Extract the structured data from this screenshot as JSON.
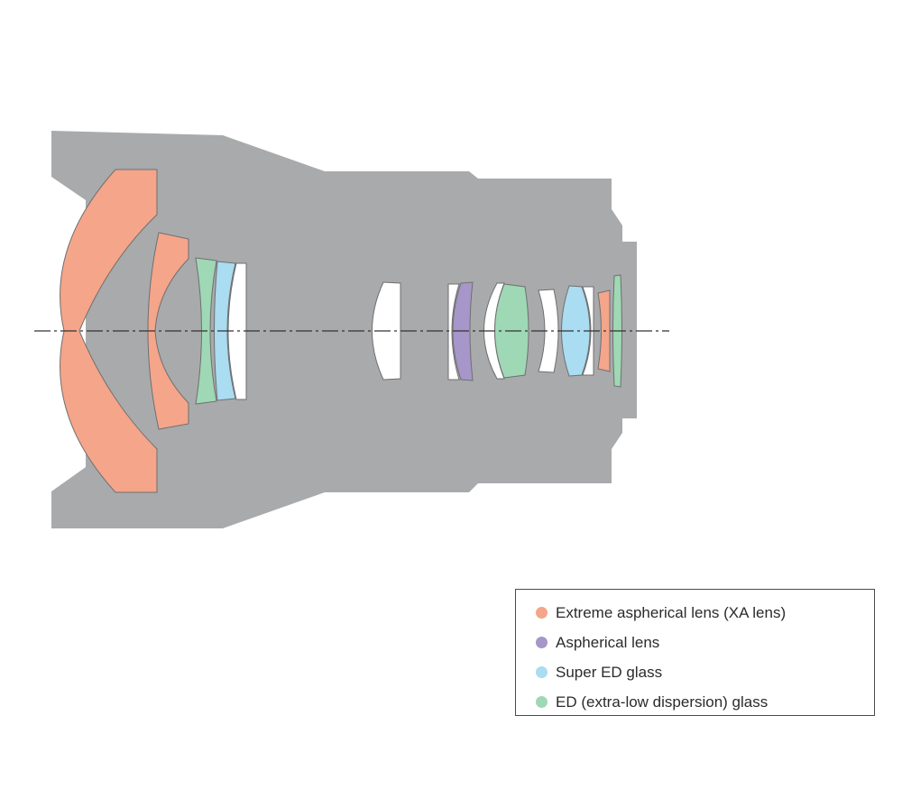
{
  "colors": {
    "barrel": "#a9aaac",
    "xa_lens": "#f4a58a",
    "aspherical": "#a796c9",
    "super_ed": "#aadcf2",
    "ed": "#9fd8b4",
    "plain": "#ffffff",
    "outline": "#6f6f70",
    "axis": "#333333"
  },
  "legend": {
    "items": [
      {
        "key": "xa_lens",
        "label": "Extreme aspherical lens (XA lens)",
        "color": "#f4a58a"
      },
      {
        "key": "aspherical",
        "label": "Aspherical lens",
        "color": "#a796c9"
      },
      {
        "key": "super_ed",
        "label": "Super ED glass",
        "color": "#aadcf2"
      },
      {
        "key": "ed",
        "label": "ED (extra-low dispersion) glass",
        "color": "#9fd8b4"
      }
    ]
  }
}
